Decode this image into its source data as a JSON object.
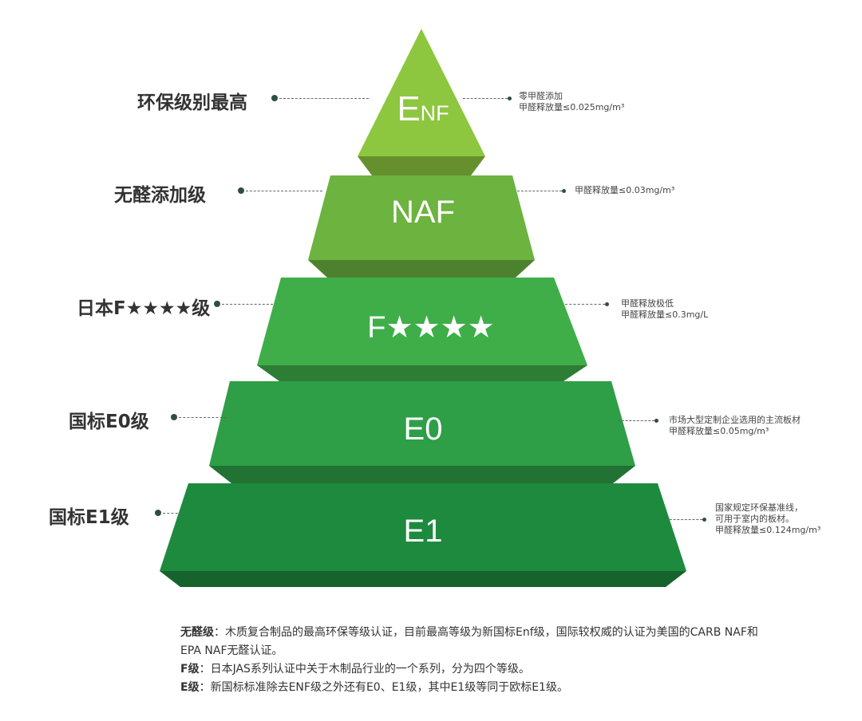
{
  "tiers": [
    {
      "main": "E",
      "sub": "NF",
      "left_label": "环保级别最高",
      "right_lines": [
        "零甲醛添加",
        "甲醛释放量≤0.025mg/m³"
      ],
      "color": "#8dc63f"
    },
    {
      "main": "NAF",
      "sub": "",
      "left_label": "无醛添加级",
      "right_lines": [
        "甲醛释放量≤0.03mg/m³"
      ],
      "color": "#6cb33f"
    },
    {
      "main": "F★★★★",
      "sub": "",
      "left_label": "日本F★★★★级",
      "right_lines": [
        "甲醛释放极低",
        "甲醛释放量≤0.3mg/L"
      ],
      "color": "#3fae49"
    },
    {
      "main": "E0",
      "sub": "",
      "left_label": "国标E0级",
      "right_lines": [
        "市场大型定制企业选用的主流板材",
        "甲醛释放量≤0.05mg/m³"
      ],
      "color": "#2e9e47"
    },
    {
      "main": "E1",
      "sub": "",
      "left_label": "国标E1级",
      "right_lines": [
        "国家规定环保基准线，",
        "可用于室内的板材。",
        "甲醛释放量≤0.124mg/m³"
      ],
      "color": "#1e8a3e"
    }
  ],
  "notes": [
    {
      "term": "无醛级",
      "text": "：木质复合制品的最高环保等级认证，目前最高等级为新国标Enf级，国际较权威的认证为美国的CARB NAF和EPA NAF无醛认证。"
    },
    {
      "term": "F级",
      "text": "：日本JAS系列认证中关于木制品行业的一个系列，分为四个等级。"
    },
    {
      "term": "E级",
      "text": "：新国标标准除去ENF级之外还有E0、E1级，其中E1级等同于欧标E1级。"
    }
  ]
}
